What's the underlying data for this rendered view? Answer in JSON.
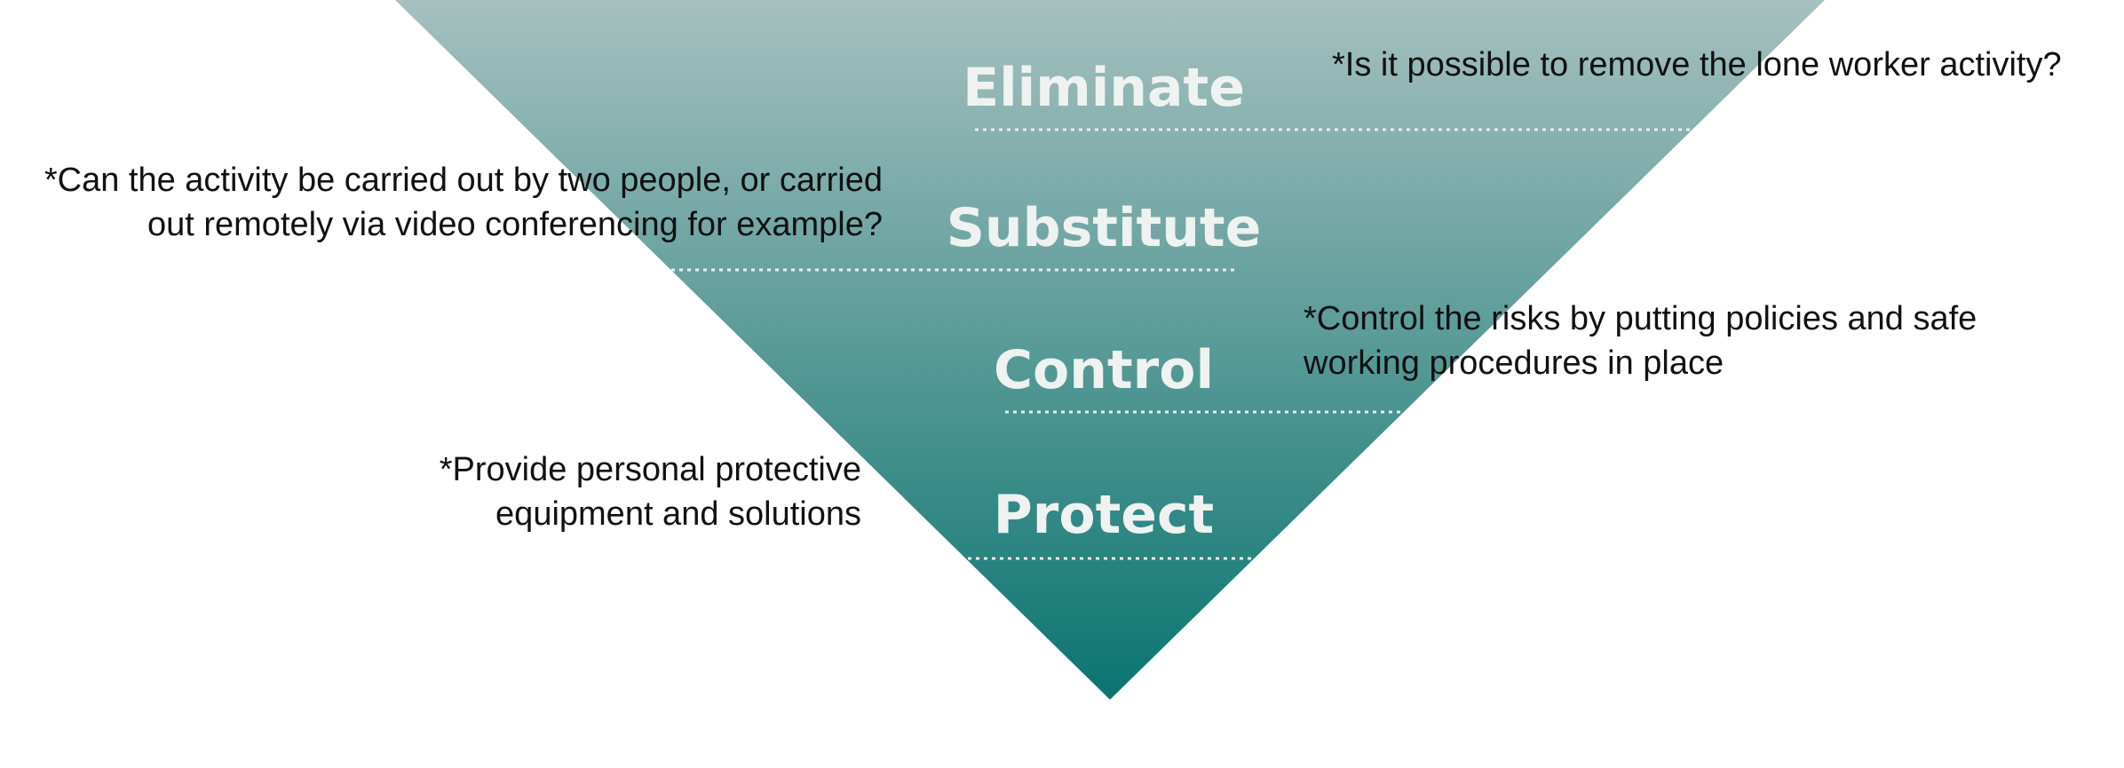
{
  "diagram": {
    "colors": {
      "top": "#a6c0bf",
      "bottom": "#0a7470",
      "label": "#eef2f1",
      "divider": "#e8efee",
      "note_text": "#111111"
    },
    "levels": [
      {
        "name": "Eliminate"
      },
      {
        "name": "Substitute"
      },
      {
        "name": "Control"
      },
      {
        "name": "Protect"
      }
    ],
    "notes": [
      {
        "lines": [
          "*Is it possible to remove the lone worker activity?"
        ]
      },
      {
        "lines": [
          "*Can the activity be carried out by two people, or carried",
          "out remotely via video conferencing for example?"
        ]
      },
      {
        "lines": [
          "*Control the risks by putting policies and safe",
          "working procedures in place"
        ]
      },
      {
        "lines": [
          "*Provide personal protective",
          "equipment and solutions"
        ]
      }
    ]
  }
}
